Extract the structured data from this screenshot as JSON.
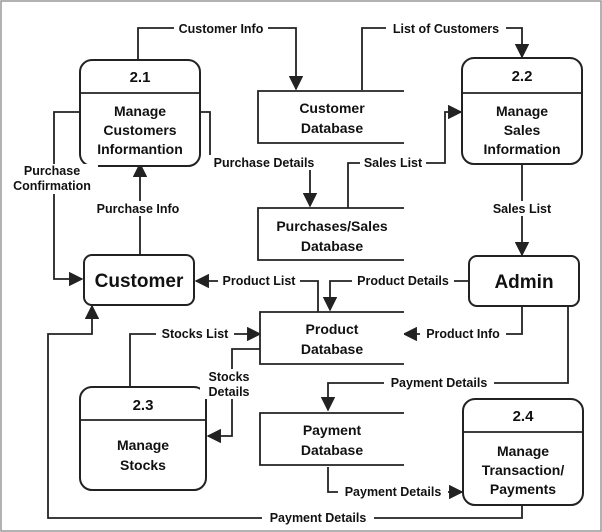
{
  "processes": {
    "p21": {
      "id": "2.1",
      "name": [
        "Manage",
        "Customers",
        "Informantion"
      ]
    },
    "p22": {
      "id": "2.2",
      "name": [
        "Manage",
        "Sales",
        "Information"
      ]
    },
    "p23": {
      "id": "2.3",
      "name": [
        "Manage",
        "Stocks"
      ]
    },
    "p24": {
      "id": "2.4",
      "name": [
        "Manage",
        "Transaction/",
        "Payments"
      ]
    }
  },
  "entities": {
    "customer": "Customer",
    "admin": "Admin"
  },
  "stores": {
    "customer_db": [
      "Customer",
      "Database"
    ],
    "purchases_db": [
      "Purchases/Sales",
      "Database"
    ],
    "product_db": [
      "Product",
      "Database"
    ],
    "payment_db": [
      "Payment",
      "Database"
    ]
  },
  "flows": {
    "customer_info": "Customer Info",
    "list_of_customers": "List of Customers",
    "purchase_details": "Purchase Details",
    "sales_list_top": "Sales List",
    "purchase_confirmation": [
      "Purchase",
      "Confirmation"
    ],
    "purchase_info": "Purchase Info",
    "sales_list_right": "Sales List",
    "product_list": "Product List",
    "product_details": "Product Details",
    "stocks_list": "Stocks List",
    "product_info": "Product Info",
    "stocks_details": [
      "Stocks",
      "Details"
    ],
    "payment_details_top": "Payment Details",
    "payment_details_mid": "Payment Details",
    "payment_details_bottom": "Payment Details"
  }
}
